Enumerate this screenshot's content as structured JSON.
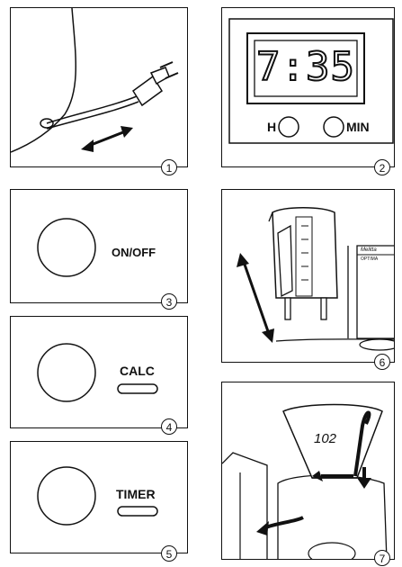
{
  "steps": [
    {
      "number": "1"
    },
    {
      "number": "2",
      "clock": "7:35",
      "hour_label": "H",
      "minute_label": "MIN"
    },
    {
      "number": "3",
      "button_label": "ON/OFF"
    },
    {
      "number": "4",
      "button_label": "CALC"
    },
    {
      "number": "5",
      "button_label": "TIMER"
    },
    {
      "number": "6",
      "brand_text": "Melitta",
      "model_text": "OPTIMA"
    },
    {
      "number": "7",
      "filter_size": "102"
    }
  ],
  "colors": {
    "line": "#111111",
    "background": "#ffffff",
    "display_fill": "#ffffff"
  },
  "icons": [
    "power-plug-icon",
    "double-arrow-icon",
    "curved-arrow-icon",
    "down-arrow-icon"
  ]
}
